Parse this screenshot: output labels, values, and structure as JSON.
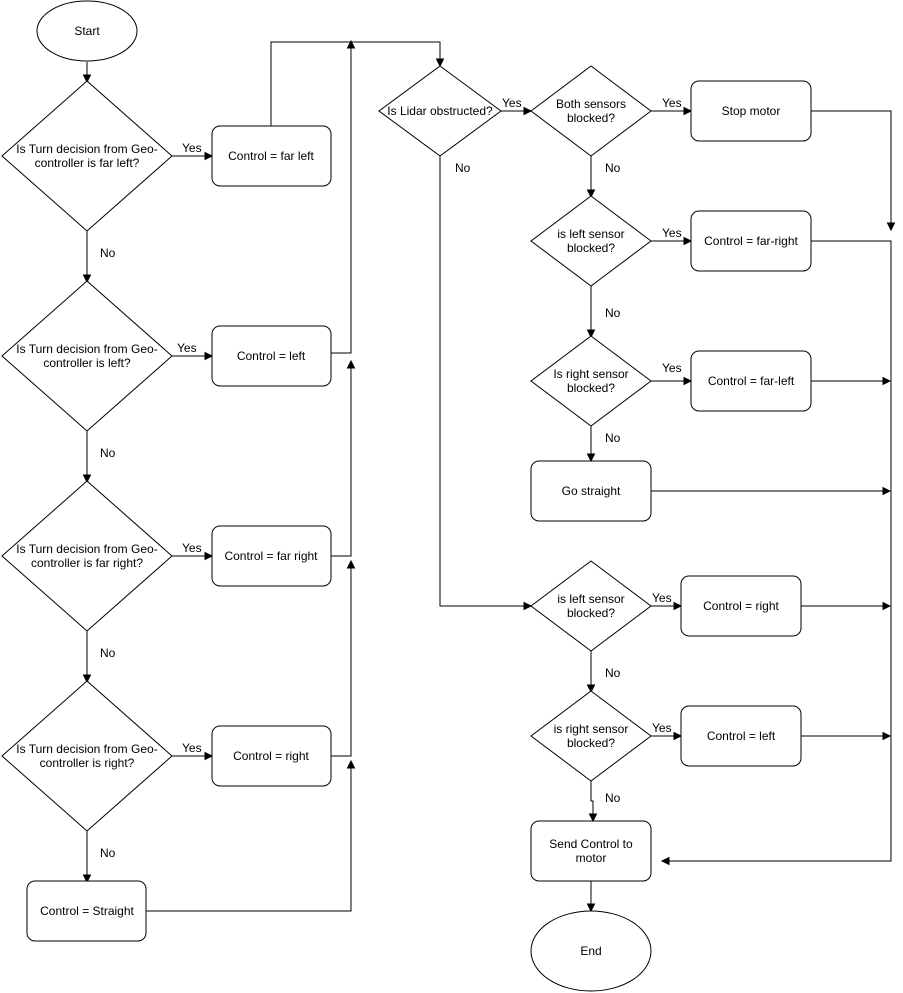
{
  "nodes": {
    "start": "Start",
    "q_far_left": [
      "Is Turn decision from Geo-",
      "controller is far left?"
    ],
    "c_far_left": "Control = far left",
    "q_left": [
      "Is Turn decision from Geo-",
      "controller is left?"
    ],
    "c_left": "Control = left",
    "q_far_right": [
      "Is Turn decision from Geo-",
      "controller is far right?"
    ],
    "c_far_right": "Control = far right",
    "q_right": [
      "Is Turn decision from Geo-",
      "controller is right?"
    ],
    "c_right": "Control = right",
    "c_straight": "Control = Straight",
    "q_lidar": "Is Lidar obstructed?",
    "q_both": [
      "Both sensors",
      "blocked?"
    ],
    "stop_motor": "Stop motor",
    "q_left_sensor_1": [
      "is left sensor",
      "blocked?"
    ],
    "c_far_right_2": "Control = far-right",
    "q_right_sensor_1": [
      "Is right sensor",
      "blocked?"
    ],
    "c_far_left_2": "Control = far-left",
    "go_straight": "Go straight",
    "q_left_sensor_2": [
      "is left sensor",
      "blocked?"
    ],
    "c_right_2": "Control = right",
    "q_right_sensor_2": [
      "is right sensor",
      "blocked?"
    ],
    "c_left_2": "Control = left",
    "send_control": [
      "Send Control to",
      "motor"
    ],
    "end": "End"
  },
  "edge_labels": {
    "yes": "Yes",
    "no": "No"
  }
}
